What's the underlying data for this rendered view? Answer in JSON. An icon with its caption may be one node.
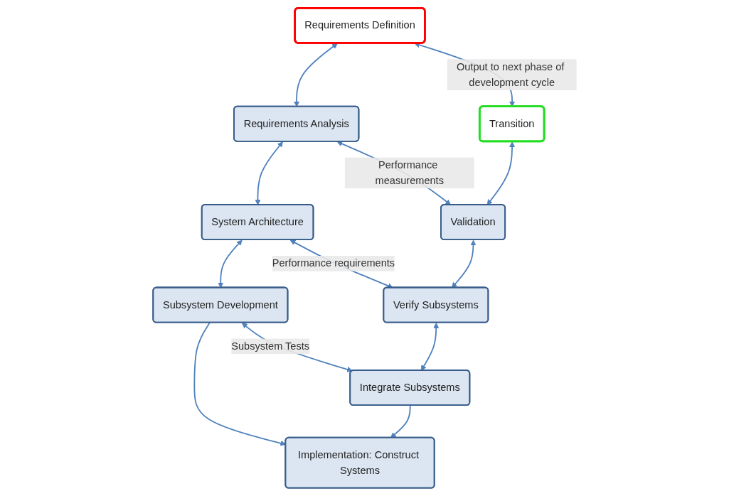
{
  "diagram": {
    "nodes": [
      {
        "text": [
          "Requirements Definition"
        ]
      },
      {
        "text": [
          "Requirements Analysis"
        ]
      },
      {
        "text": [
          "System Architecture"
        ]
      },
      {
        "text": [
          "Subsystem Development"
        ]
      },
      {
        "text": [
          "Implementation: Construct Systems"
        ]
      },
      {
        "text": [
          "Integrate Subsystems"
        ]
      },
      {
        "text": [
          "Verify Subsystems"
        ]
      },
      {
        "text": [
          "Validation"
        ]
      },
      {
        "text": [
          "Transition"
        ]
      }
    ],
    "edges": [
      {
        "from": 0,
        "to": 1,
        "arrow": "both"
      },
      {
        "from": 1,
        "to": 2,
        "arrow": "both"
      },
      {
        "from": 2,
        "to": 3,
        "arrow": "both"
      },
      {
        "from": 3,
        "to": 4,
        "arrow": "to"
      },
      {
        "from": 5,
        "to": 4,
        "arrow": "to"
      },
      {
        "from": 6,
        "to": 5,
        "arrow": "both"
      },
      {
        "from": 7,
        "to": 6,
        "arrow": "both"
      },
      {
        "from": 8,
        "to": 7,
        "arrow": "both"
      },
      {
        "from": 0,
        "to": 8,
        "arrow": "both",
        "label": "Output to next phase of development cycle"
      },
      {
        "from": 1,
        "to": 7,
        "arrow": "both",
        "label": "Performance measurements"
      },
      {
        "from": 2,
        "to": 6,
        "arrow": "both",
        "label": "Performance requirements"
      },
      {
        "from": 3,
        "to": 5,
        "arrow": "both",
        "label": "Subsystem Tests"
      }
    ]
  }
}
